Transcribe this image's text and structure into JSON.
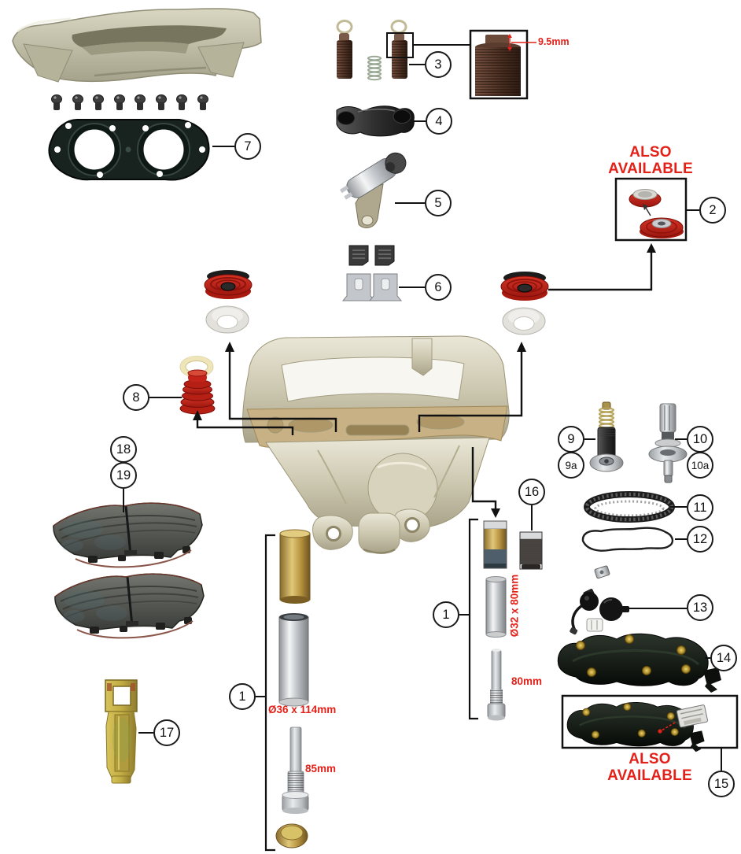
{
  "colors": {
    "red": "#e32119",
    "line": "#111111"
  },
  "callouts": {
    "c1_left": "1",
    "c1_right": "1",
    "c2": "2",
    "c3": "3",
    "c4": "4",
    "c5": "5",
    "c6": "6",
    "c7": "7",
    "c8": "8",
    "c9": "9",
    "c9a": "9a",
    "c10": "10",
    "c10a": "10a",
    "c11": "11",
    "c12": "12",
    "c13": "13",
    "c14": "14",
    "c15": "15",
    "c16": "16",
    "c17": "17",
    "c18": "18",
    "c19": "19"
  },
  "dimensions": {
    "pin_stub_height": "9.5mm",
    "left_sleeve": "Ø36 x 114mm",
    "left_bolt": "85mm",
    "right_sleeve": "Ø32 x 80mm",
    "right_bolt": "80mm"
  },
  "notes": {
    "also_available_seals": "ALSO AVAILABLE",
    "also_available_sensor": "ALSO AVAILABLE"
  }
}
